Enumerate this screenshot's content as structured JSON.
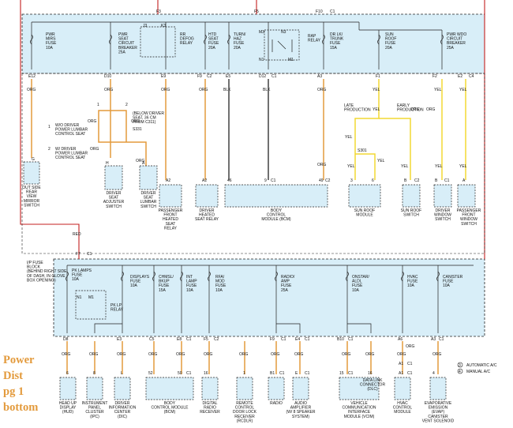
{
  "panel_top": {
    "conn_top": [
      "F3",
      "F5",
      "F10",
      "C1"
    ],
    "fuses": [
      [
        "PWR",
        "MIRS",
        "FUSE",
        "10A"
      ],
      [
        "PWR",
        "SEAT",
        "CIRCUIT",
        "BREAKER",
        "25A"
      ],
      [
        "RR",
        "DEFOG",
        "RELAY"
      ],
      [
        "HTD",
        "SEAT",
        "FUSE",
        "20A"
      ],
      [
        "TURN/",
        "HAZ",
        "FUSE",
        "20A"
      ],
      [
        "RAP",
        "RELAY"
      ],
      [
        "DR LK/",
        "TRUNK",
        "FUSE",
        "15A"
      ],
      [
        "SUN",
        "ROOF",
        "FUSE",
        "20A"
      ],
      [
        "PWR WDO",
        "CIRCUIT",
        "BREAKER",
        "25A"
      ]
    ],
    "relay_pins": [
      "J3",
      "K3",
      "M3",
      "N3",
      "N1",
      "M1"
    ],
    "bottom_conns": [
      "E12",
      "D10",
      "E9",
      "F9",
      "C2",
      "E5",
      "D12",
      "C1",
      "A3",
      "F1",
      "F2",
      "E2",
      "C4"
    ]
  },
  "mid": {
    "wire_labels": [
      "ORG",
      "ORG",
      "ORG",
      "ORG",
      "ORG",
      "ORG",
      "ORG",
      "ORG",
      "BLK",
      "BLK",
      "ORG",
      "ORG",
      "YEL",
      "YEL",
      "YEL",
      "YEL",
      "YEL",
      "YEL",
      "YEL",
      "YEL",
      "YEL",
      "YEL",
      "ORG",
      "ORG",
      "RED"
    ],
    "notes": [
      [
        "W/O DRIVER",
        "POWER LUMBAR",
        "CONTROL SEAT"
      ],
      [
        "W/ DRIVER",
        "POWER LUMBAR",
        "CONTROL SEAT"
      ],
      [
        "(BELOW DRIVER",
        "SEAT, 36 CM",
        "FROM C311)"
      ],
      [
        "LATE",
        "PRODUCTION"
      ],
      [
        "EARLY",
        "PRODUCTION"
      ]
    ],
    "circle_nums": [
      "1",
      "2",
      "1",
      "2"
    ],
    "splices": [
      "S331",
      "S301"
    ],
    "pin_labels": [
      "G",
      "H",
      "A",
      "A2",
      "A2",
      "46",
      "9",
      "C1",
      "49",
      "C2",
      "3",
      "6",
      "B",
      "C2",
      "B",
      "C1",
      "A"
    ],
    "components": [
      [
        "OUT SIDE",
        "REAR",
        "VIEW",
        "MIRROR",
        "SWITCH"
      ],
      [
        "DRIVER",
        "SEAT",
        "ADJUSTER",
        "SWITCH"
      ],
      [
        "DRIVER",
        "SEAT",
        "LUMBAR",
        "SWITCH"
      ],
      [
        "PASSENGER",
        "FRONT",
        "HEATED",
        "SEAT",
        "RELAY"
      ],
      [
        "DRIVER",
        "HEATED",
        "SEAT RELAY"
      ],
      [
        "BODY",
        "CONTROL",
        "MODULE (BCM)"
      ],
      [
        "SUN ROOF",
        "MODULE"
      ],
      [
        "SUN ROOF",
        "SWITCH"
      ],
      [
        "DRIVER",
        "WINDOW",
        "SWITCH"
      ],
      [
        "PASSENGER",
        "FRONT",
        "WINDOW",
        "SWITCH"
      ]
    ]
  },
  "panel_bot": {
    "top_conn": [
      "F7",
      "C1"
    ],
    "block_note": [
      "I/P FUSE",
      "BLOCK",
      "(BEHIND RIGHT SIDE",
      "OF DASH, IN GLOVE",
      "BOX OPENING)"
    ],
    "fuses": [
      [
        "PK LAMPS",
        "FUSE",
        "10A"
      ],
      [
        "PK LP",
        "RELAY"
      ],
      [
        "DISPLAYS",
        "FUSE",
        "10A"
      ],
      [
        "CHMSL/",
        "BKUP",
        "FUSE",
        "15A"
      ],
      [
        "INT",
        "LAMP",
        "FUSE",
        "10A"
      ],
      [
        "RFA/",
        "MOD",
        "FUSE",
        "10A"
      ],
      [
        "RADIO/",
        "AMP",
        "FUSE",
        "25A"
      ],
      [
        "ONSTAR/",
        "ALDL",
        "FUSE",
        "10A"
      ],
      [
        "HVAC",
        "FUSE",
        "10A"
      ],
      [
        "CANISTER",
        "FUSE",
        "10A"
      ]
    ],
    "relay_pins": [
      "N1",
      "M1"
    ],
    "bottom_conns": [
      "D8",
      "E3",
      "C5",
      "E8",
      "C1",
      "F5",
      "C2",
      "F9",
      "C1",
      "E4",
      "C1",
      "B10",
      "C1",
      "A6",
      "A3",
      "C1"
    ]
  },
  "bottom": {
    "wire_labels": [
      "ORG",
      "ORG",
      "ORG",
      "ORG",
      "ORG",
      "ORG",
      "ORG",
      "ORG",
      "ORG",
      "ORG",
      "ORG",
      "ORG",
      "ORG",
      "ORG"
    ],
    "pin_labels": [
      "6",
      "8",
      "L",
      "52",
      "50",
      "C1",
      "16",
      "1",
      "B1",
      "C1",
      "E",
      "C1",
      "15",
      "C1",
      "16",
      "A1",
      "C1",
      "A1",
      "C1",
      "4"
    ],
    "components": [
      [
        "HEAD UP",
        "DISPLAY",
        "(HUD)"
      ],
      [
        "INSTRUMENT",
        "PANEL",
        "CLUSTER",
        "(IPC)"
      ],
      [
        "DRIVER",
        "INFORMATION",
        "CENTER",
        "(DIC)"
      ],
      [
        "BODY",
        "CONTROL MODULE",
        "(BCM)"
      ],
      [
        "DIGITAL",
        "RADIO",
        "RECEIVER"
      ],
      [
        "REMOTE",
        "CONTROL",
        "DOOR LOCK",
        "RECEIVER",
        "(RCDLR)"
      ],
      [
        "RADIO"
      ],
      [
        "AUDIO",
        "AMPLIFIER",
        "(W/ 8 SPEAKER",
        "SYSTEM)"
      ],
      [
        "VEHICLE",
        "COMMUNICATION",
        "INTERFACE",
        "MODULE (VCIM)"
      ],
      [
        "DATA LINK",
        "CONNECTOR",
        "(DLC)"
      ],
      [
        "HVAC",
        "CONTROL",
        "MODULE"
      ],
      [
        "EVAPORATIVE",
        "EMISSION",
        "(EVAP)",
        "CANISTER",
        "VENT SOLENOID"
      ]
    ],
    "legend": [
      [
        "3",
        "AUTOMATIC A/C"
      ],
      [
        "4",
        "MANUAL A/C"
      ]
    ]
  },
  "caption": [
    "Power",
    "Dist",
    "pg 1",
    "bottom"
  ]
}
